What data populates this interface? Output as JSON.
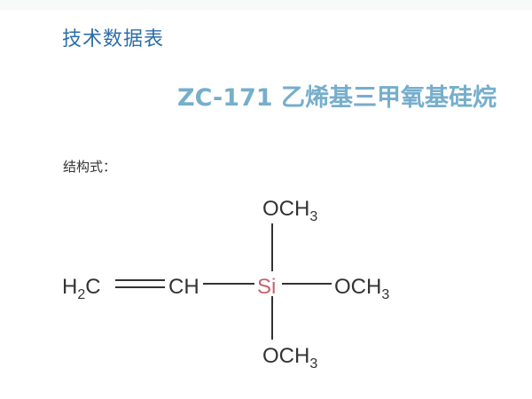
{
  "document": {
    "header_title": "技术数据表",
    "product_title": "ZC-171 乙烯基三甲氧基硅烷",
    "structure_label": "结构式：",
    "colors": {
      "header_title": "#2d6ea8",
      "product_title": "#76aecc",
      "silicon_atom": "#c9636e",
      "bonds": "#333333"
    }
  },
  "structure": {
    "left_group_h": "H",
    "left_group_sub": "2",
    "left_group_c": "C",
    "ch_group": "CH",
    "center_atom": "Si",
    "top_group": "OCH",
    "top_group_sub": "3",
    "right_group": "OCH",
    "right_group_sub": "3",
    "bottom_group": "OCH",
    "bottom_group_sub": "3"
  }
}
